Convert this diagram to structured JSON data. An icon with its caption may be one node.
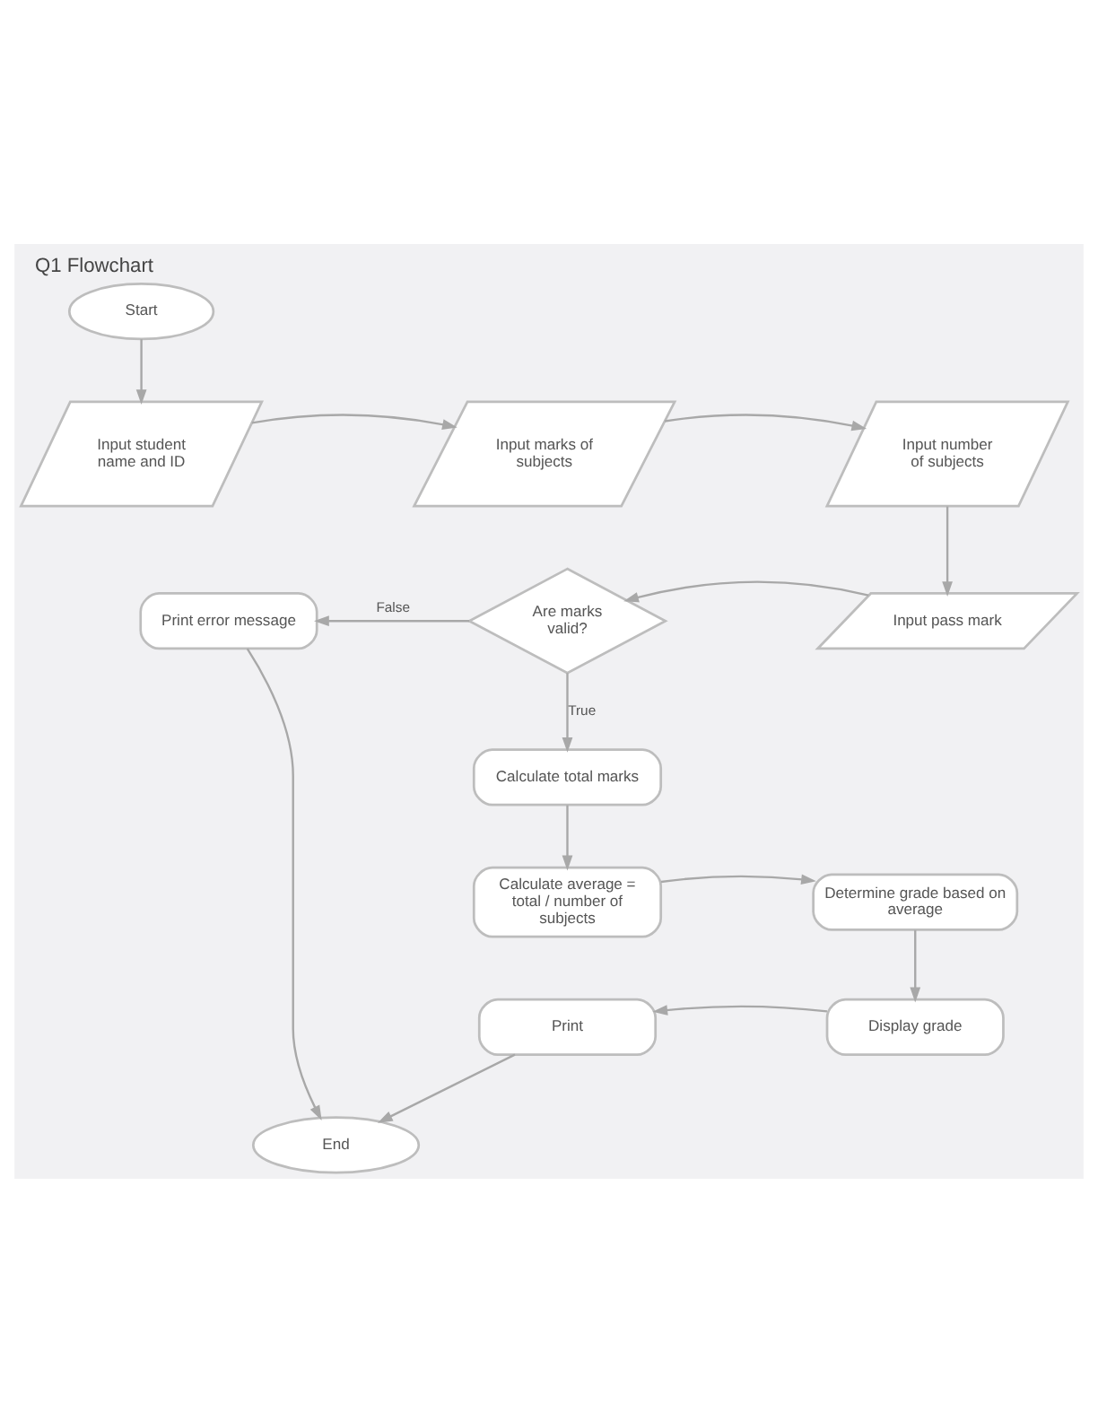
{
  "diagram": {
    "title": "Q1 Flowchart",
    "nodes": [
      {
        "text": [
          "Start"
        ]
      },
      {
        "text": [
          "Input student name and ID"
        ]
      },
      {
        "text": [
          "Input marks of subjects"
        ]
      },
      {
        "text": [
          "Input number of subjects"
        ]
      },
      {
        "text": [
          "Print error message"
        ]
      },
      {
        "text": [
          "Are marks valid?"
        ]
      },
      {
        "text": [
          "Input pass mark"
        ]
      },
      {
        "text": [
          "Calculate total marks"
        ]
      },
      {
        "text": [
          "Calculate average = total / number of subjects"
        ]
      },
      {
        "text": [
          "Determine grade based on average"
        ]
      },
      {
        "text": [
          "Print"
        ]
      },
      {
        "text": [
          "Display grade"
        ]
      },
      {
        "text": [
          "End"
        ]
      }
    ],
    "edges": [
      {
        "from": 0,
        "to": 1,
        "arrow": "to"
      },
      {
        "from": 1,
        "to": 2,
        "arrow": "to"
      },
      {
        "from": 2,
        "to": 3,
        "arrow": "to"
      },
      {
        "from": 3,
        "to": 6,
        "arrow": "to"
      },
      {
        "from": 6,
        "to": 5,
        "arrow": "to"
      },
      {
        "from": 5,
        "to": 4,
        "arrow": "to",
        "label": "False"
      },
      {
        "from": 5,
        "to": 7,
        "arrow": "to",
        "label": "True"
      },
      {
        "from": 7,
        "to": 8,
        "arrow": "to"
      },
      {
        "from": 8,
        "to": 9,
        "arrow": "to"
      },
      {
        "from": 9,
        "to": 11,
        "arrow": "to"
      },
      {
        "from": 11,
        "to": 10,
        "arrow": "to"
      },
      {
        "from": 10,
        "to": 12,
        "arrow": "to"
      },
      {
        "from": 4,
        "to": 12,
        "arrow": "to"
      }
    ]
  }
}
